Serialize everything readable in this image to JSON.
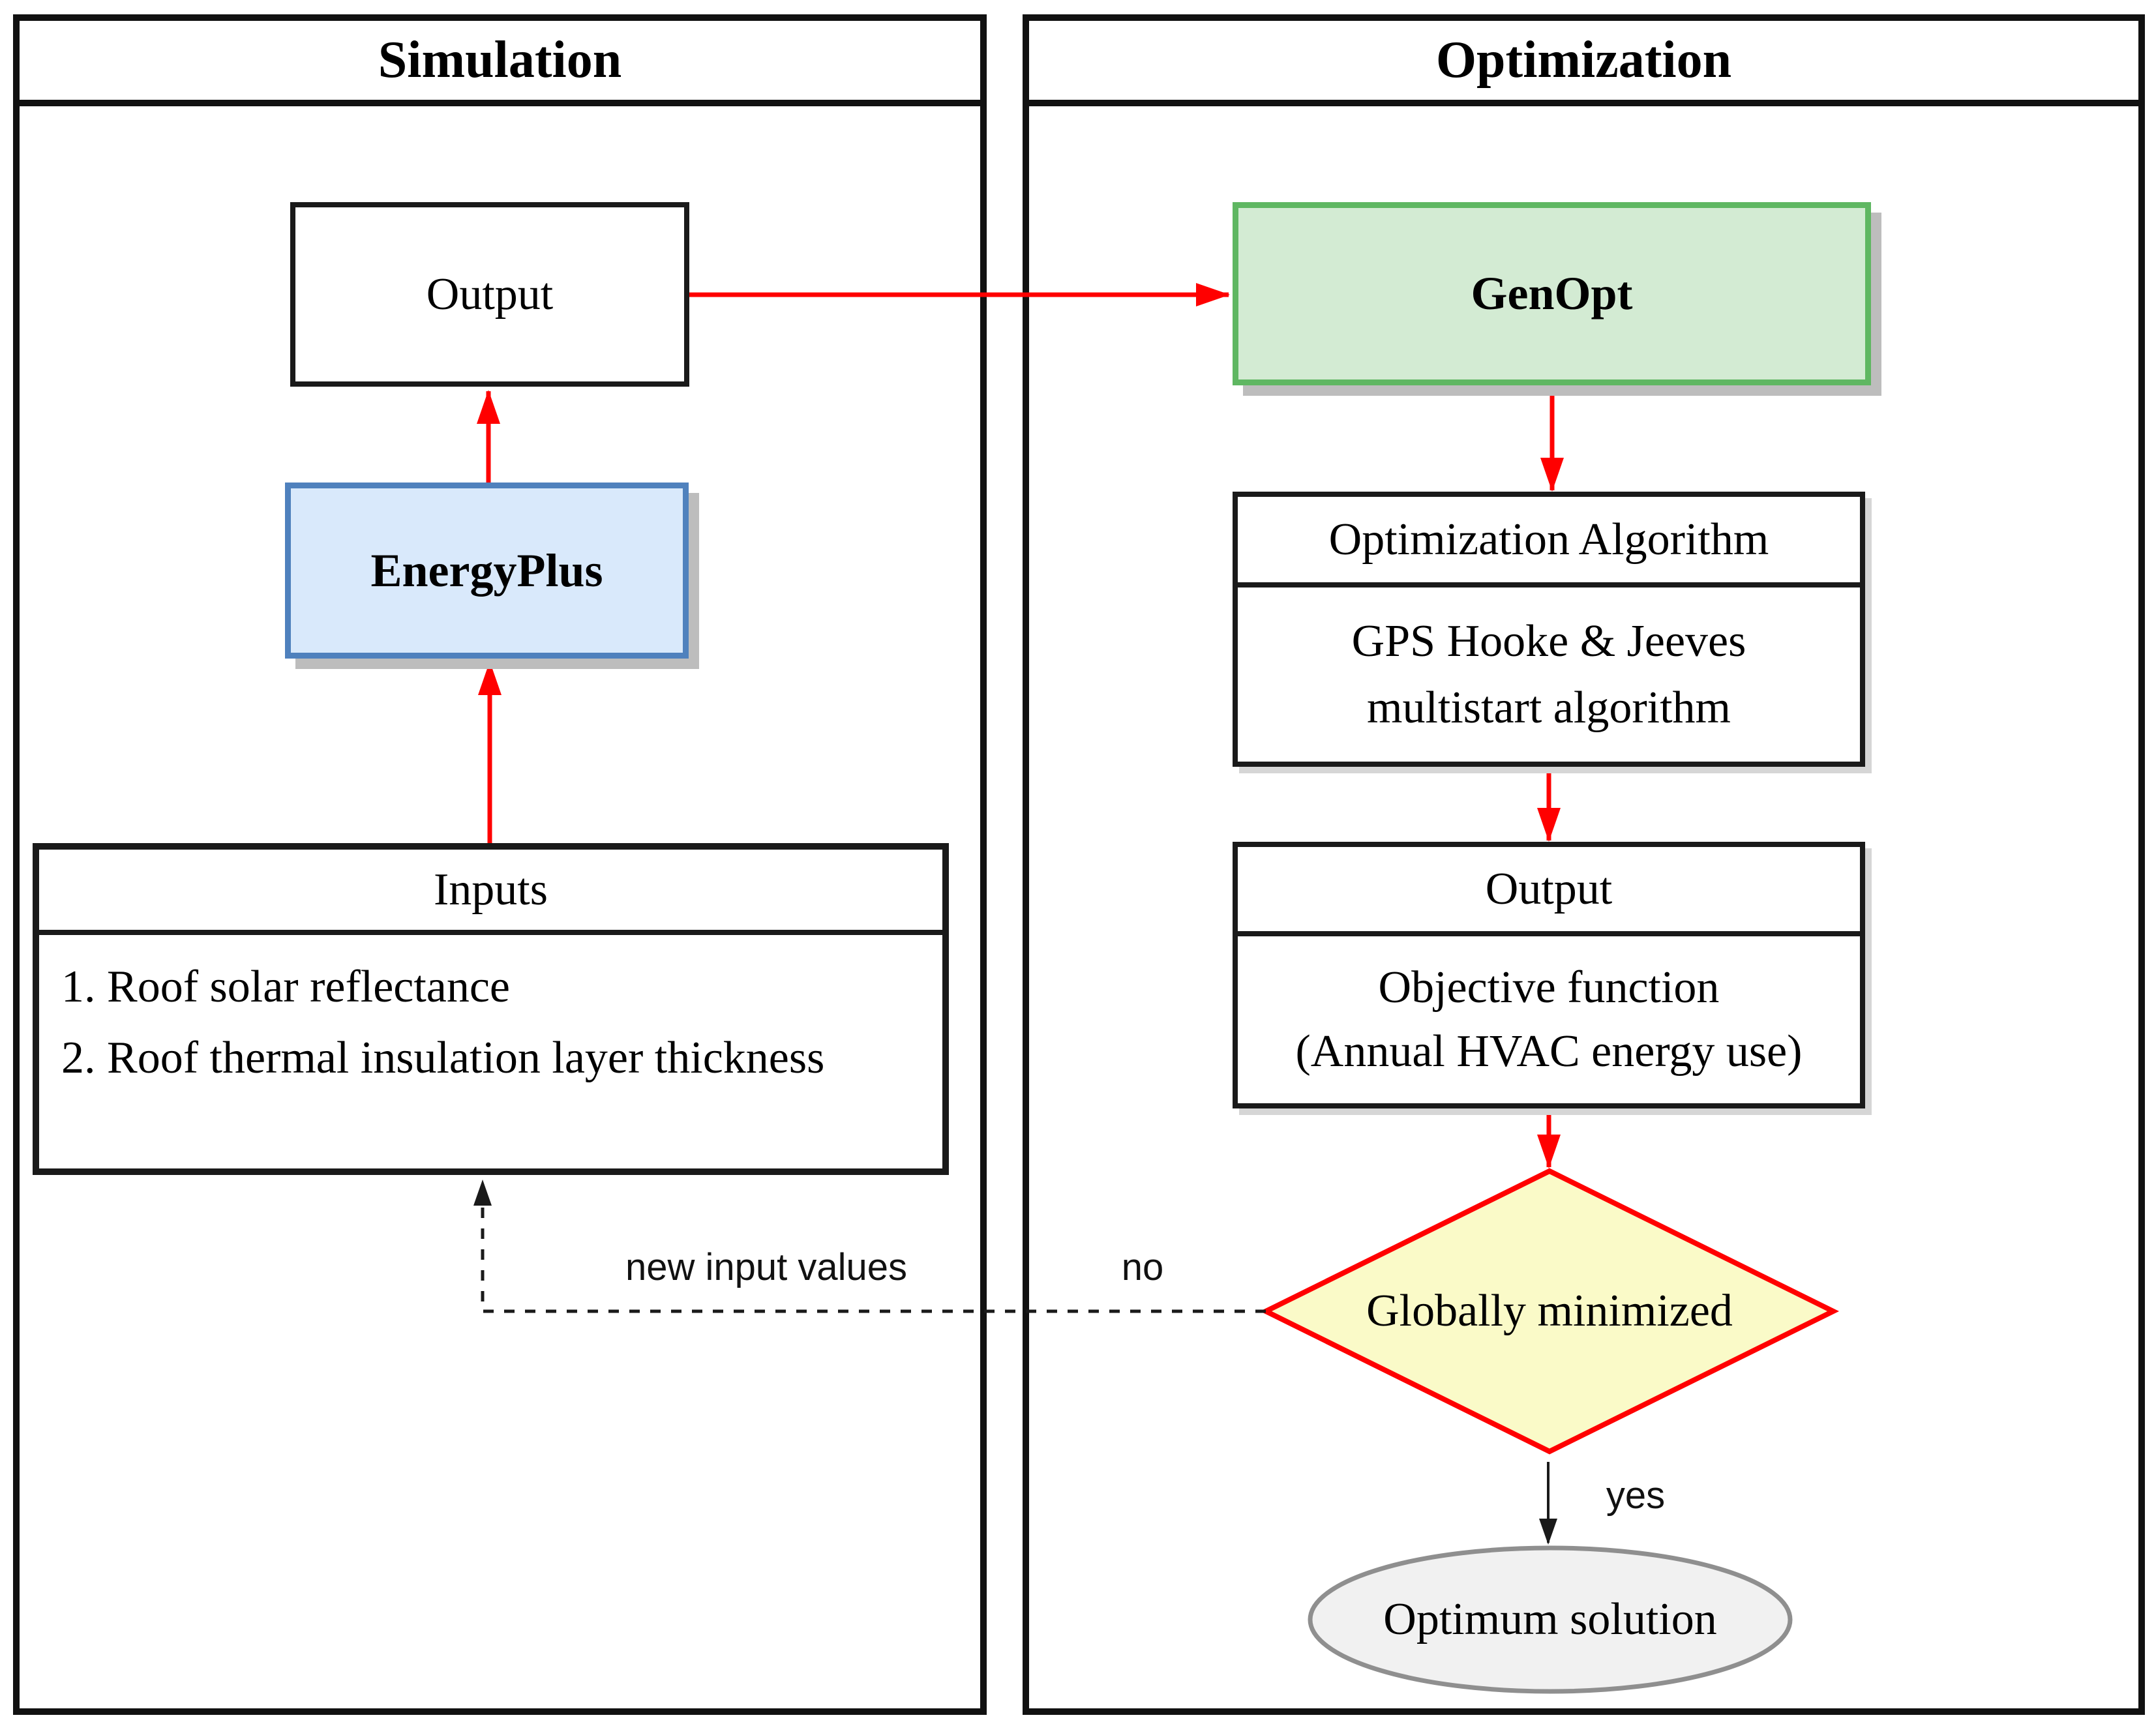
{
  "panels": {
    "simulation": {
      "title": "Simulation"
    },
    "optimization": {
      "title": "Optimization"
    }
  },
  "nodes": {
    "output_sim": {
      "label": "Output"
    },
    "energyplus": {
      "label": "EnergyPlus"
    },
    "inputs": {
      "header": "Inputs",
      "items": [
        "1. Roof solar reflectance",
        "2. Roof thermal insulation layer thickness"
      ]
    },
    "genopt": {
      "label": "GenOpt"
    },
    "opt_algorithm": {
      "header": "Optimization Algorithm",
      "body_line1": "GPS Hooke & Jeeves",
      "body_line2": "multistart algorithm"
    },
    "output_opt": {
      "header": "Output",
      "body_line1": "Objective function",
      "body_line2": "(Annual HVAC energy use)"
    },
    "decision": {
      "label": "Globally minimized"
    },
    "optimum": {
      "label": "Optimum solution"
    }
  },
  "edge_labels": {
    "new_input_values": "new input values",
    "no": "no",
    "yes": "yes"
  },
  "colors": {
    "red": "#ff0000",
    "line_black": "#1a1a1a",
    "panel_border": "#111111",
    "energyplus_fill": "#d9e9fb",
    "energyplus_border": "#4f81bd",
    "genopt_fill": "#d3ebd3",
    "genopt_border": "#5fb762",
    "decision_fill": "#fafac8",
    "terminal_fill": "#f1f1f1",
    "terminal_border": "#8f8f8f",
    "shadow": "#bdbdbd",
    "light_shadow": "#d6d6d6"
  }
}
